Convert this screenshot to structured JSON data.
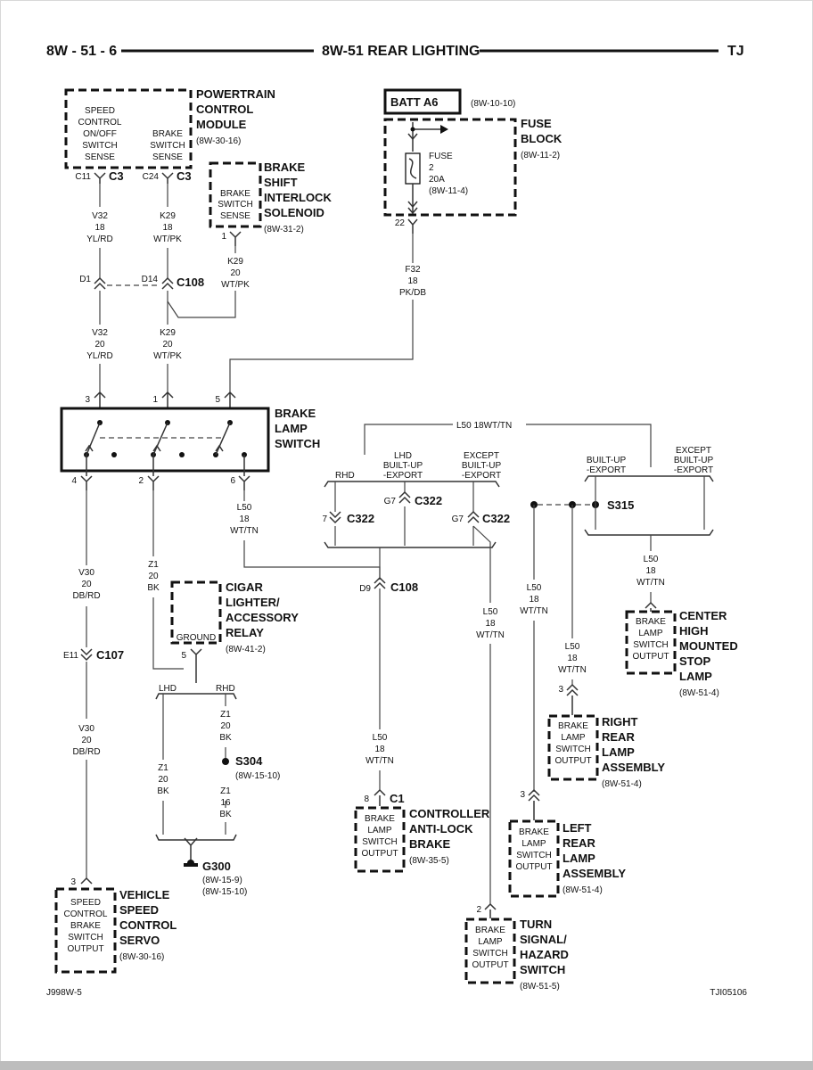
{
  "header": {
    "page_number": "8W - 51 - 6",
    "section_title": "8W-51 REAR LIGHTING",
    "model": "TJ"
  },
  "footer": {
    "left_code": "J998W-5",
    "right_code": "TJI05106"
  },
  "components": {
    "pcm": {
      "name_lines": [
        "POWERTRAIN",
        "CONTROL",
        "MODULE"
      ],
      "ref": "(8W-30-16)",
      "pin_left_lines": [
        "SPEED",
        "CONTROL",
        "ON/OFF",
        "SWITCH",
        "SENSE"
      ],
      "pin_right_lines": [
        "BRAKE",
        "SWITCH",
        "SENSE"
      ],
      "pin_left_cavity": "C11",
      "pin_left_conn": "C3",
      "pin_right_cavity": "C24",
      "pin_right_conn": "C3"
    },
    "bsi": {
      "name_lines": [
        "BRAKE",
        "SHIFT",
        "INTERLOCK",
        "SOLENOID"
      ],
      "ref": "(8W-31-2)",
      "pin_lines": [
        "BRAKE",
        "SWITCH",
        "SENSE"
      ],
      "cavity": "1"
    },
    "batt": {
      "label": "BATT A6",
      "ref": "(8W-10-10)"
    },
    "fuse_block": {
      "name_lines": [
        "FUSE",
        "BLOCK"
      ],
      "ref": "(8W-11-2)",
      "fuse_lines": [
        "FUSE",
        "2",
        "20A",
        "(8W-11-4)"
      ],
      "cavity": "22"
    },
    "brake_switch": {
      "name_lines": [
        "BRAKE",
        "LAMP",
        "SWITCH"
      ],
      "top_pins": [
        "3",
        "1",
        "5"
      ],
      "bottom_pins": [
        "4",
        "2",
        "6"
      ]
    },
    "cigar": {
      "name_lines": [
        "CIGAR",
        "LIGHTER/",
        "ACCESSORY",
        "RELAY"
      ],
      "ref": "(8W-41-2)",
      "pin_label": "GROUND",
      "cavity": "5"
    },
    "chmsl": {
      "name_lines": [
        "CENTER",
        "HIGH",
        "MOUNTED",
        "STOP",
        "LAMP"
      ],
      "ref": "(8W-51-4)",
      "pin_lines": [
        "BRAKE",
        "LAMP",
        "SWITCH",
        "OUTPUT"
      ]
    },
    "right_rear": {
      "name_lines": [
        "RIGHT",
        "REAR",
        "LAMP",
        "ASSEMBLY"
      ],
      "ref": "(8W-51-4)",
      "pin_lines": [
        "BRAKE",
        "LAMP",
        "SWITCH",
        "OUTPUT"
      ],
      "cavity": "3"
    },
    "left_rear": {
      "name_lines": [
        "LEFT",
        "REAR",
        "LAMP",
        "ASSEMBLY"
      ],
      "ref": "(8W-51-4)",
      "pin_lines": [
        "BRAKE",
        "LAMP",
        "SWITCH",
        "OUTPUT"
      ],
      "cavity": "3"
    },
    "cab": {
      "name_lines": [
        "CONTROLLER",
        "ANTI-LOCK",
        "BRAKE"
      ],
      "ref": "(8W-35-5)",
      "pin_lines": [
        "BRAKE",
        "LAMP",
        "SWITCH",
        "OUTPUT"
      ],
      "cavity": "8",
      "conn": "C1"
    },
    "turn_signal": {
      "name_lines": [
        "TURN",
        "SIGNAL/",
        "HAZARD",
        "SWITCH"
      ],
      "ref": "(8W-51-5)",
      "pin_lines": [
        "BRAKE",
        "LAMP",
        "SWITCH",
        "OUTPUT"
      ],
      "cavity": "2"
    },
    "servo": {
      "name_lines": [
        "VEHICLE",
        "SPEED",
        "CONTROL",
        "SERVO"
      ],
      "ref": "(8W-30-16)",
      "pin_lines": [
        "SPEED",
        "CONTROL",
        "BRAKE",
        "SWITCH",
        "OUTPUT"
      ],
      "cavity": "3"
    }
  },
  "connectors": {
    "c108_top": {
      "name": "C108",
      "left_cavity": "D1",
      "right_cavity": "D14"
    },
    "c108_mid": {
      "name": "C108",
      "cavity": "D9"
    },
    "c107": {
      "name": "C107",
      "cavity": "E11"
    },
    "c322": {
      "name": "C322",
      "rhd_cavity": "7",
      "lhd_cavity": "G7",
      "except_cavity": "G7"
    },
    "s315": {
      "name": "S315"
    },
    "s304": {
      "name": "S304",
      "ref": "(8W-15-10)"
    },
    "g300": {
      "name": "G300",
      "refs": [
        "(8W-15-9)",
        "(8W-15-10)"
      ]
    }
  },
  "variants": {
    "rhd": "RHD",
    "lhd_builtup": [
      "LHD",
      "BUILT-UP",
      "-EXPORT"
    ],
    "except_builtup": [
      "EXCEPT",
      "BUILT-UP",
      "-EXPORT"
    ],
    "builtup": [
      "BUILT-UP",
      "-EXPORT"
    ],
    "lhd": "LHD"
  },
  "wires": {
    "v32_top": [
      "V32",
      "18",
      "YL/RD"
    ],
    "k29_top": [
      "K29",
      "18",
      "WT/PK"
    ],
    "k29_bsi": [
      "K29",
      "20",
      "WT/PK"
    ],
    "f32": [
      "F32",
      "18",
      "PK/DB"
    ],
    "v32_bot": [
      "V32",
      "20",
      "YL/RD"
    ],
    "k29_bot": [
      "K29",
      "20",
      "WT/PK"
    ],
    "l50_bus": "L50   18WT/TN",
    "l50_sw": [
      "L50",
      "18",
      "WT/TN"
    ],
    "v30_a": [
      "V30",
      "20",
      "DB/RD"
    ],
    "v30_b": [
      "V30",
      "20",
      "DB/RD"
    ],
    "z1_sw": [
      "Z1",
      "20",
      "BK"
    ],
    "z1_rhd": [
      "Z1",
      "20",
      "BK"
    ],
    "z1_lhd": [
      "Z1",
      "20",
      "BK"
    ],
    "z1_g": [
      "Z1",
      "16",
      "BK"
    ],
    "l50_cab": [
      "L50",
      "18",
      "WT/TN"
    ],
    "l50_turn": [
      "L50",
      "18",
      "WT/TN"
    ],
    "l50_left": [
      "L50",
      "18",
      "WT/TN"
    ],
    "l50_right": [
      "L50",
      "18",
      "WT/TN"
    ],
    "l50_chmsl": [
      "L50",
      "18",
      "WT/TN"
    ]
  }
}
